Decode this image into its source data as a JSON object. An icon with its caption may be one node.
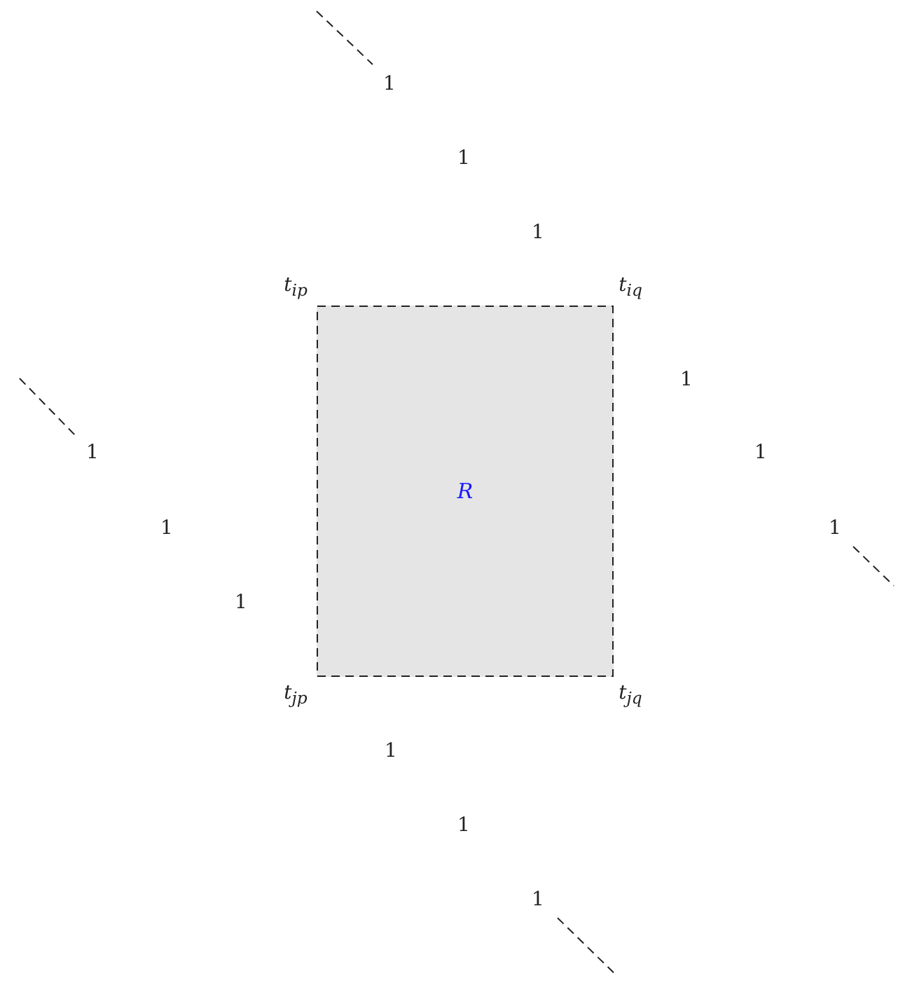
{
  "diagram": {
    "nodes": [
      {
        "text": [
          "R"
        ]
      }
    ],
    "edges": [],
    "labels": [
      "1",
      "1",
      "1",
      "t$_{ip}$",
      "t$_{iq}$",
      "1",
      "1",
      "1",
      "1",
      "1",
      "1",
      "t$_{jp}$",
      "t$_{jq}$",
      "1",
      "1",
      "1"
    ]
  }
}
